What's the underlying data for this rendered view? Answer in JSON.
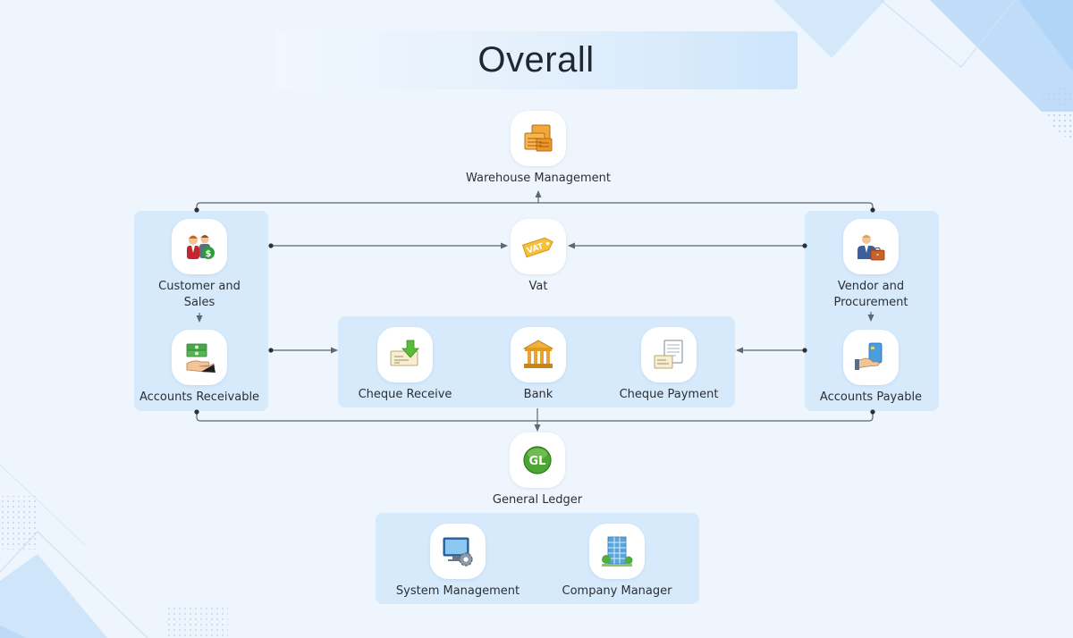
{
  "title": "Overall",
  "nodes": {
    "warehouse": {
      "label": "Warehouse Management",
      "icon": "boxes-icon"
    },
    "customer_sales": {
      "label": "Customer and Sales",
      "icon": "customer-dollar-icon"
    },
    "vat": {
      "label": "Vat",
      "icon": "vat-tag-icon"
    },
    "vendor": {
      "label": "Vendor and Procurement",
      "icon": "vendor-briefcase-icon"
    },
    "accounts_receivable": {
      "label": "Accounts Receivable",
      "icon": "cash-hand-icon"
    },
    "cheque_receive": {
      "label": "Cheque Receive",
      "icon": "cheque-in-icon"
    },
    "bank": {
      "label": "Bank",
      "icon": "bank-icon"
    },
    "cheque_payment": {
      "label": "Cheque Payment",
      "icon": "cheque-out-icon"
    },
    "accounts_payable": {
      "label": "Accounts Payable",
      "icon": "card-hand-icon"
    },
    "general_ledger": {
      "label": "General Ledger",
      "icon": "gl-badge-icon",
      "badge": "GL"
    },
    "system_management": {
      "label": "System Management",
      "icon": "monitor-gear-icon"
    },
    "company_manager": {
      "label": "Company Manager",
      "icon": "office-building-icon"
    }
  },
  "colors": {
    "background": "#eef5fc",
    "group": "#d6eafc",
    "connector": "#5d6673",
    "title_text": "#1f2733"
  }
}
